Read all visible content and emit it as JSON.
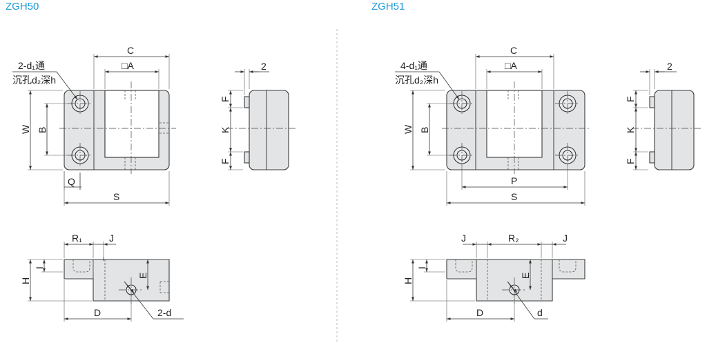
{
  "models": {
    "left": "ZGH50",
    "right": "ZGH51"
  },
  "left_front": {
    "note_line1": "2-d₁通",
    "note_line2": "沉孔d₂深h",
    "C": "C",
    "A": "□A",
    "W": "W",
    "B": "B",
    "Q": "Q",
    "S": "S"
  },
  "left_side": {
    "F_top": "F",
    "K": "K",
    "F_bottom": "F",
    "two": "2"
  },
  "left_bottom": {
    "R1": "R₁",
    "J": "J",
    "H": "H",
    "I": "I",
    "E": "E",
    "D": "D",
    "d": "2-d"
  },
  "right_front": {
    "note_line1": "4-d₁通",
    "note_line2": "沉孔d₂深h",
    "C": "C",
    "A": "□A",
    "W": "W",
    "B": "B",
    "P": "P",
    "S": "S"
  },
  "right_side": {
    "F_top": "F",
    "K": "K",
    "F_bottom": "F",
    "two": "2"
  },
  "right_bottom": {
    "J_left": "J",
    "R2": "R₂",
    "J_right": "J",
    "H": "H",
    "I": "I",
    "E": "E",
    "D": "D",
    "d": "d"
  },
  "colors": {
    "model_title": "#1a9ad6",
    "part_fill": "#e3e4e5",
    "line": "#333333"
  }
}
